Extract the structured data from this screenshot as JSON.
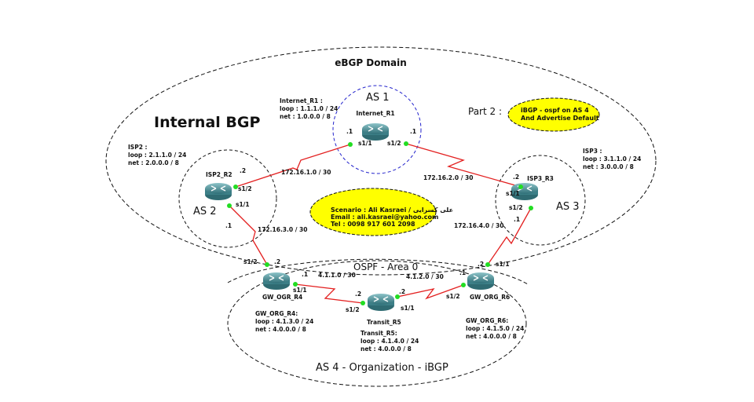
{
  "title": "eBGP Domain",
  "internal_bgp": "Internal BGP",
  "part2": {
    "label": "Part 2 :",
    "note_line1": "iBGP - ospf on AS 4",
    "note_line2": "And  Advertise Default"
  },
  "scenario": {
    "line1": "Scenario : Ali Kasraei / علی کسرایی",
    "line2": "Email : ali.kasraei@yahoo.com",
    "line3": "Tel : 0098 917 601 2098"
  },
  "areas": {
    "as1": "AS 1",
    "as2": "AS 2",
    "as3": "AS 3",
    "as4": "AS 4  -  Organization - iBGP",
    "ospf": "OSPF -  Area 0"
  },
  "routers": {
    "r1": {
      "name": "Internet_R1",
      "info": [
        "Internet_R1 :",
        "loop : 1.1.1.0 / 24",
        "net : 1.0.0.0 / 8"
      ]
    },
    "r2": {
      "name": "ISP2_R2",
      "info": [
        "ISP2 :",
        "loop : 2.1.1.0 / 24",
        "net : 2.0.0.0 / 8"
      ]
    },
    "r3": {
      "name": "ISP3_R3",
      "info": [
        "ISP3 :",
        "loop : 3.1.1.0 / 24",
        "net : 3.0.0.0 / 8"
      ]
    },
    "r4": {
      "name": "GW_OGR_R4",
      "info": [
        "GW_ORG_R4:",
        "loop : 4.1.3.0 / 24",
        "net : 4.0.0.0 / 8"
      ]
    },
    "r5": {
      "name": "Transit_R5",
      "info": [
        "Transit_R5:",
        "loop : 4.1.4.0 / 24",
        "net : 4.0.0.0 / 8"
      ]
    },
    "r6": {
      "name": "GW_ORG_R6",
      "info": [
        "GW_ORG_R6:",
        "loop : 4.1.5.0 / 24",
        "net : 4.0.0.0 / 8"
      ]
    }
  },
  "links": {
    "r1_r2": {
      "net": "172.16.1.0 / 30",
      "a_if": "s1/1",
      "a_ip": ".1",
      "b_if": "s1/2",
      "b_ip": ".2"
    },
    "r1_r3": {
      "net": "172.16.2.0 / 30",
      "a_if": "s1/2",
      "a_ip": ".1",
      "b_if": "s1/1",
      "b_ip": ".2"
    },
    "r2_r4": {
      "net": "172.16.3.0 / 30",
      "a_if": "s1/1",
      "a_ip": ".1",
      "b_if": "s1/2",
      "b_ip": ".2"
    },
    "r3_r6": {
      "net": "172.16.4.0 / 30",
      "a_if": "s1/2",
      "a_ip": ".1",
      "b_if": "s1/1",
      "b_ip": ".2"
    },
    "r4_r5": {
      "net": "4.1.1.0 / 30",
      "a_if": "s1/1",
      "a_ip": ".1",
      "b_if": "s1/2",
      "b_ip": ".2"
    },
    "r5_r6": {
      "net": "4.1.2.0 / 30",
      "a_if": "s1/1",
      "a_ip": ".2",
      "b_if": "s1/2",
      "b_ip": ".1"
    }
  },
  "colors": {
    "link": "#e32020",
    "interface_dot": "#22dd22",
    "note_fill": "#ffff00",
    "as1_border": "#2222cc",
    "router": "#4a8f96"
  }
}
